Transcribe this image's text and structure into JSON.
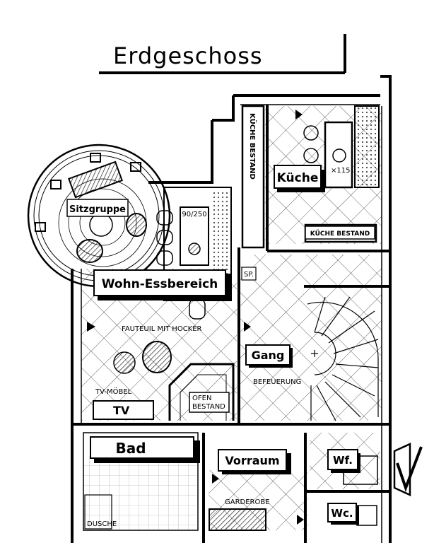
{
  "title": "Erdgeschoss",
  "rooms": {
    "wohn": "Wohn-Essbereich",
    "kueche": "Küche",
    "gang": "Gang",
    "bad": "Bad",
    "vorraum": "Vorraum",
    "wf": "Wf.",
    "wc": "Wc."
  },
  "labels": {
    "sitzgruppe": "Sitzgruppe",
    "kueche_bestand_vertical": "KÜCHE BESTAND",
    "kueche_bestand": "KÜCHE BESTAND",
    "table_size": "90/250",
    "sp": "SP.",
    "fauteuil": "FAUTEUIL MIT HOCKER",
    "befeuerung": "BEFEUERUNG",
    "tv_moebel": "TV-MÖBEL",
    "tv": "TV",
    "ofen_line1": "OFEN",
    "ofen_line2": "BESTAND",
    "garderobe": "GARDEROBE",
    "dusche": "DUSCHE",
    "dim_115": "×115"
  }
}
